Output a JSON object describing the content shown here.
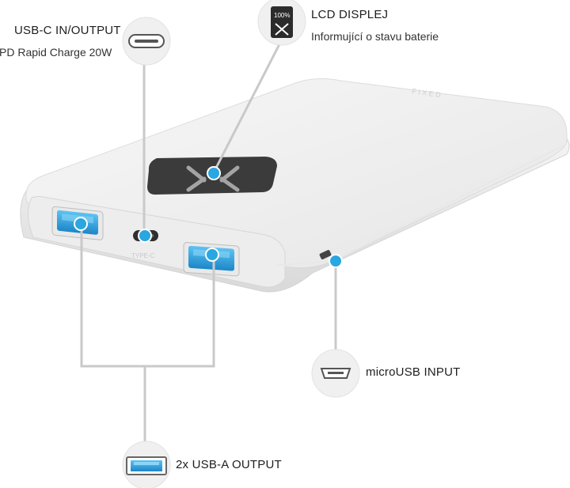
{
  "callouts": {
    "usb_c": {
      "title": "USB-C IN/OUTPUT",
      "subtitle": "PD Rapid Charge 20W",
      "icon": "usb-c-port-icon"
    },
    "lcd": {
      "title": "LCD DISPLEJ",
      "subtitle": "Informující o stavu baterie",
      "icon": "lcd-display-icon",
      "display_value": "100%"
    },
    "micro_usb": {
      "title": "microUSB INPUT",
      "icon": "micro-usb-port-icon"
    },
    "usb_a": {
      "title": "2x USB-A OUTPUT",
      "icon": "usb-a-port-icon"
    }
  },
  "device": {
    "name": "power-bank",
    "port_label": "TYPE-C",
    "accent_color": "#2aa6e0",
    "body_color": "#f2f2f2",
    "display_color": "#3a3a3a"
  }
}
